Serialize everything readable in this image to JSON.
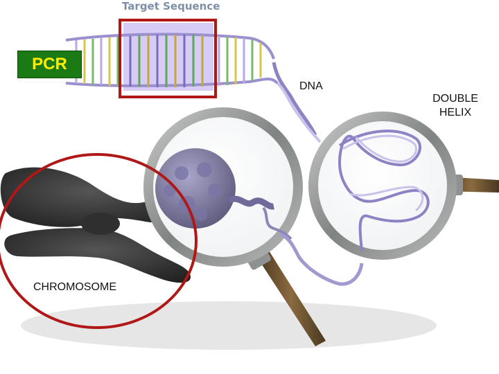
{
  "labels": {
    "target_sequence": "Target Sequence",
    "pcr": "PCR",
    "dna": "DNA",
    "double_helix_line1": "DOUBLE",
    "double_helix_line2": "HELIX",
    "chromosome": "CHROMOSOME"
  },
  "colors": {
    "pcr_box": "#1c7a14",
    "pcr_text": "#ffee00",
    "highlight_outline": "#b01818",
    "target_highlight": "#c8b8f0",
    "chromosome": "#3a3a3a",
    "lens_rim": "#8a8e8c",
    "handle": "#6b5030"
  }
}
